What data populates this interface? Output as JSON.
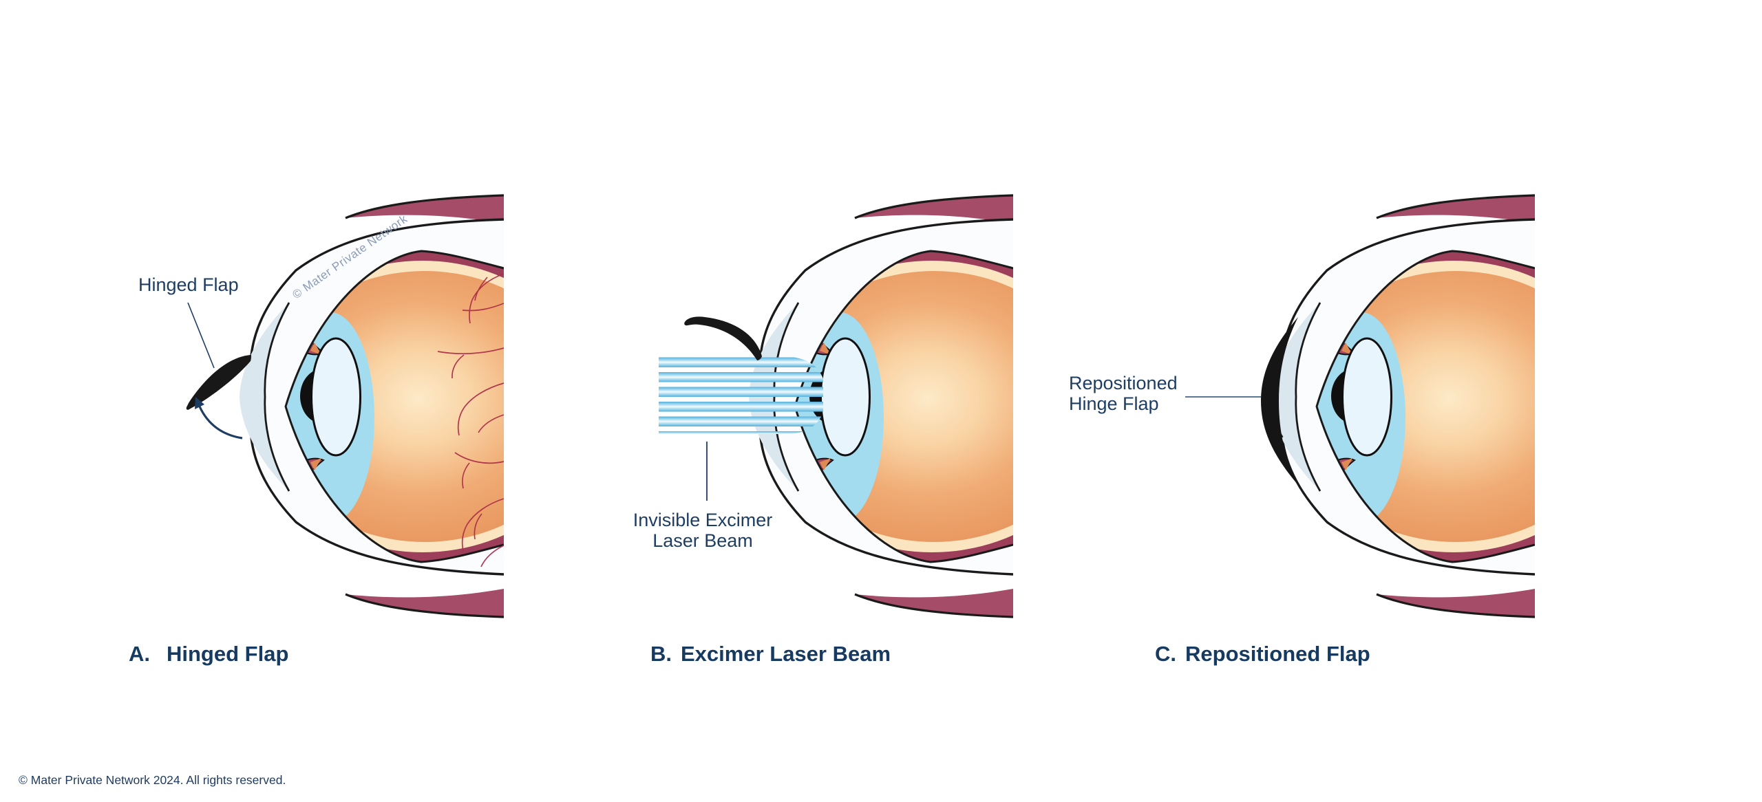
{
  "panels": [
    {
      "id": "A",
      "caption_letter": "A.",
      "caption_title": "Hinged Flap",
      "label": "Hinged Flap"
    },
    {
      "id": "B",
      "caption_letter": "B.",
      "caption_title": "Excimer Laser Beam",
      "label_line1": "Invisible Excimer",
      "label_line2": "Laser Beam"
    },
    {
      "id": "C",
      "caption_letter": "C.",
      "caption_title": "Repositioned Flap",
      "label_line1": "Repositioned",
      "label_line2": "Hinge Flap"
    }
  ],
  "watermark_text": "© Mater Private Network",
  "footer_text": "© Mater Private Network 2024. All rights reserved.",
  "colors": {
    "label_navy": "#1e3d63",
    "caption_navy": "#173a60",
    "sclera_white": "#fbfcfe",
    "flap_bed_blue": "#dbe7ee",
    "cornea_blue": "#a3dcee",
    "choroid_maroon": "#9d3e5b",
    "outer_maroon": "#a54c68",
    "iris_maroon": "#a84a64",
    "zonule_orange": "#df8a55",
    "retina_cream": "#fbe4c0",
    "vitreous_orange": "#f0ab74",
    "vessel_red": "#ad2f49",
    "beam_blue": "#56b1dc",
    "lens_pale_blue": "#e9f5fc",
    "watermark_blue_gray": "#8a9cb8",
    "flap_black": "#181818"
  }
}
